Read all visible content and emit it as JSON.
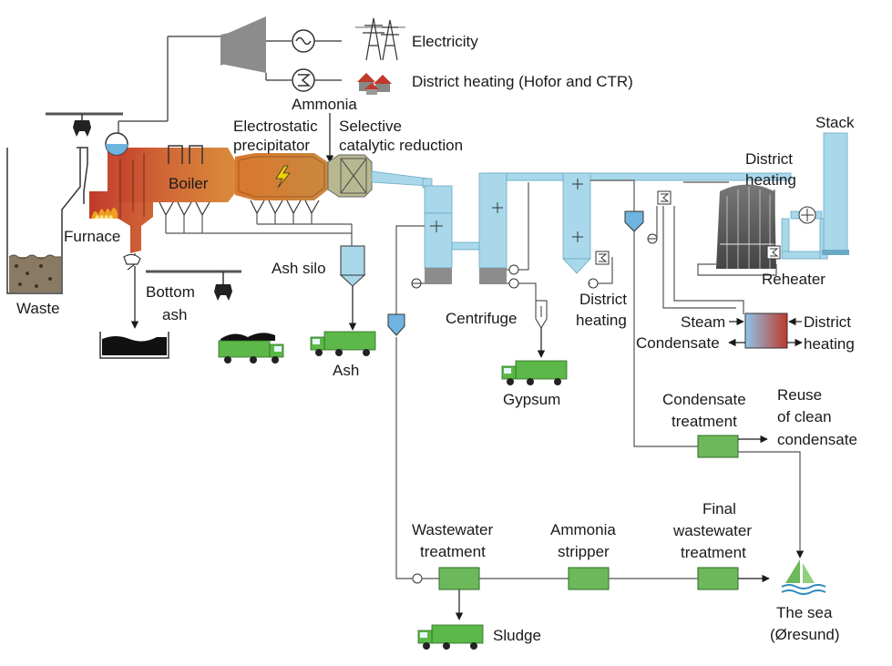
{
  "outputs": {
    "electricity": "Electricity",
    "district_heating_top": "District heating (Hofor and CTR)"
  },
  "labels": {
    "ammonia": "Ammonia",
    "esp_line1": "Electrostatic",
    "esp_line2": "precipitator",
    "scr_line1": "Selective",
    "scr_line2": "catalytic reduction",
    "boiler": "Boiler",
    "furnace": "Furnace",
    "waste": "Waste",
    "bottom_ash_line1": "Bottom",
    "bottom_ash_line2": "ash",
    "ash_silo": "Ash silo",
    "ash": "Ash",
    "centrifuge": "Centrifuge",
    "gypsum": "Gypsum",
    "district_heating_mid_line1": "District",
    "district_heating_mid_line2": "heating",
    "district_heating_upper_line1": "District",
    "district_heating_upper_line2": "heating",
    "stack": "Stack",
    "reheater": "Reheater",
    "steam": "Steam",
    "condensate": "Condensate",
    "district_heating_right_line1": "District",
    "district_heating_right_line2": "heating",
    "condensate_treatment_line1": "Condensate",
    "condensate_treatment_line2": "treatment",
    "reuse_line1": "Reuse",
    "reuse_line2": "of clean",
    "reuse_line3": "condensate",
    "wastewater_treatment_line1": "Wastewater",
    "wastewater_treatment_line2": "treatment",
    "ammonia_stripper_line1": "Ammonia",
    "ammonia_stripper_line2": "stripper",
    "final_ww_line1": "Final",
    "final_ww_line2": "wastewater",
    "final_ww_line3": "treatment",
    "sludge": "Sludge",
    "sea_line1": "The sea",
    "sea_line2": "(Øresund)"
  },
  "colors": {
    "flue_gas": "#a8d8ea",
    "boiler_orange": "#d9782e",
    "furnace_red": "#c0392b",
    "treatment_green": "#6cb85a",
    "truck_green": "#5cb848",
    "equipment_gray": "#8c8c8c"
  }
}
